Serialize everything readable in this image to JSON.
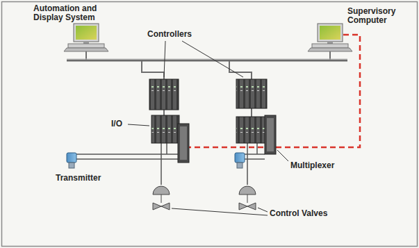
{
  "diagram": {
    "labels": [
      "Automation and Display System",
      "Supervisory Computer",
      "Controllers",
      "I/O",
      "Transmitter",
      "Multiplexer",
      "Control Valves"
    ]
  }
}
